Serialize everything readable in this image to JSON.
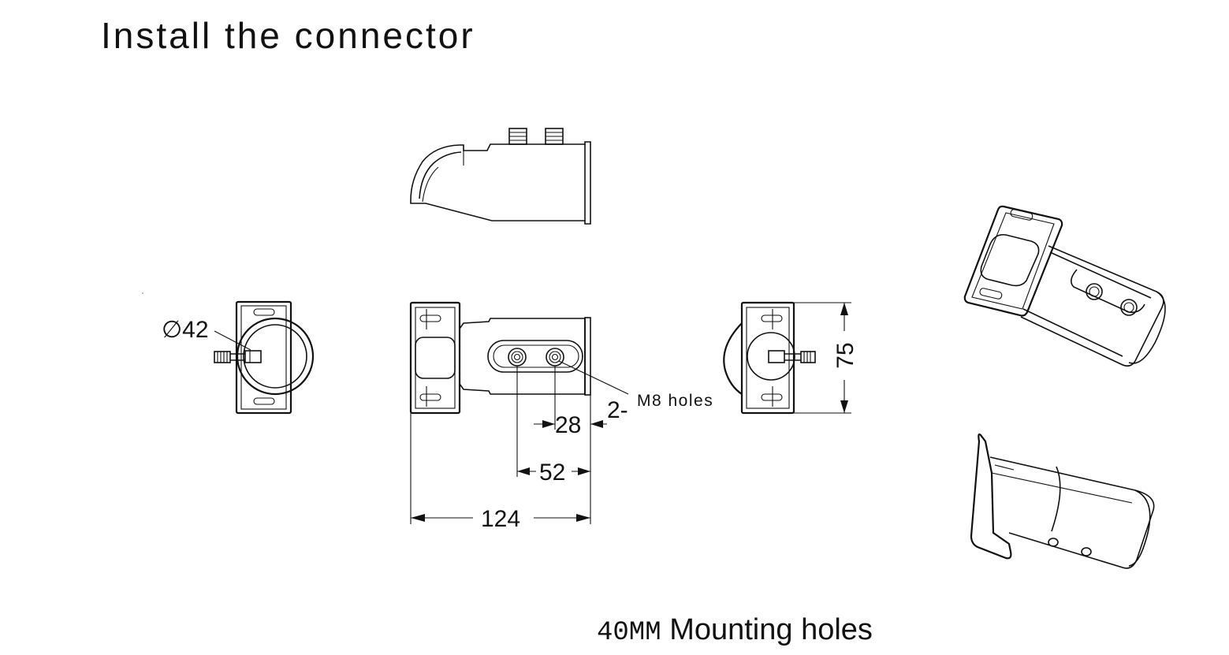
{
  "title": "Install the connector",
  "caption": {
    "size": "40MM",
    "text": "Mounting holes"
  },
  "dimensions": {
    "diameter": "∅42",
    "height": "75",
    "spacing_28": "28",
    "spacing_52": "52",
    "length": "124",
    "holes_prefix": "2-",
    "holes_label": "M8 holes"
  }
}
